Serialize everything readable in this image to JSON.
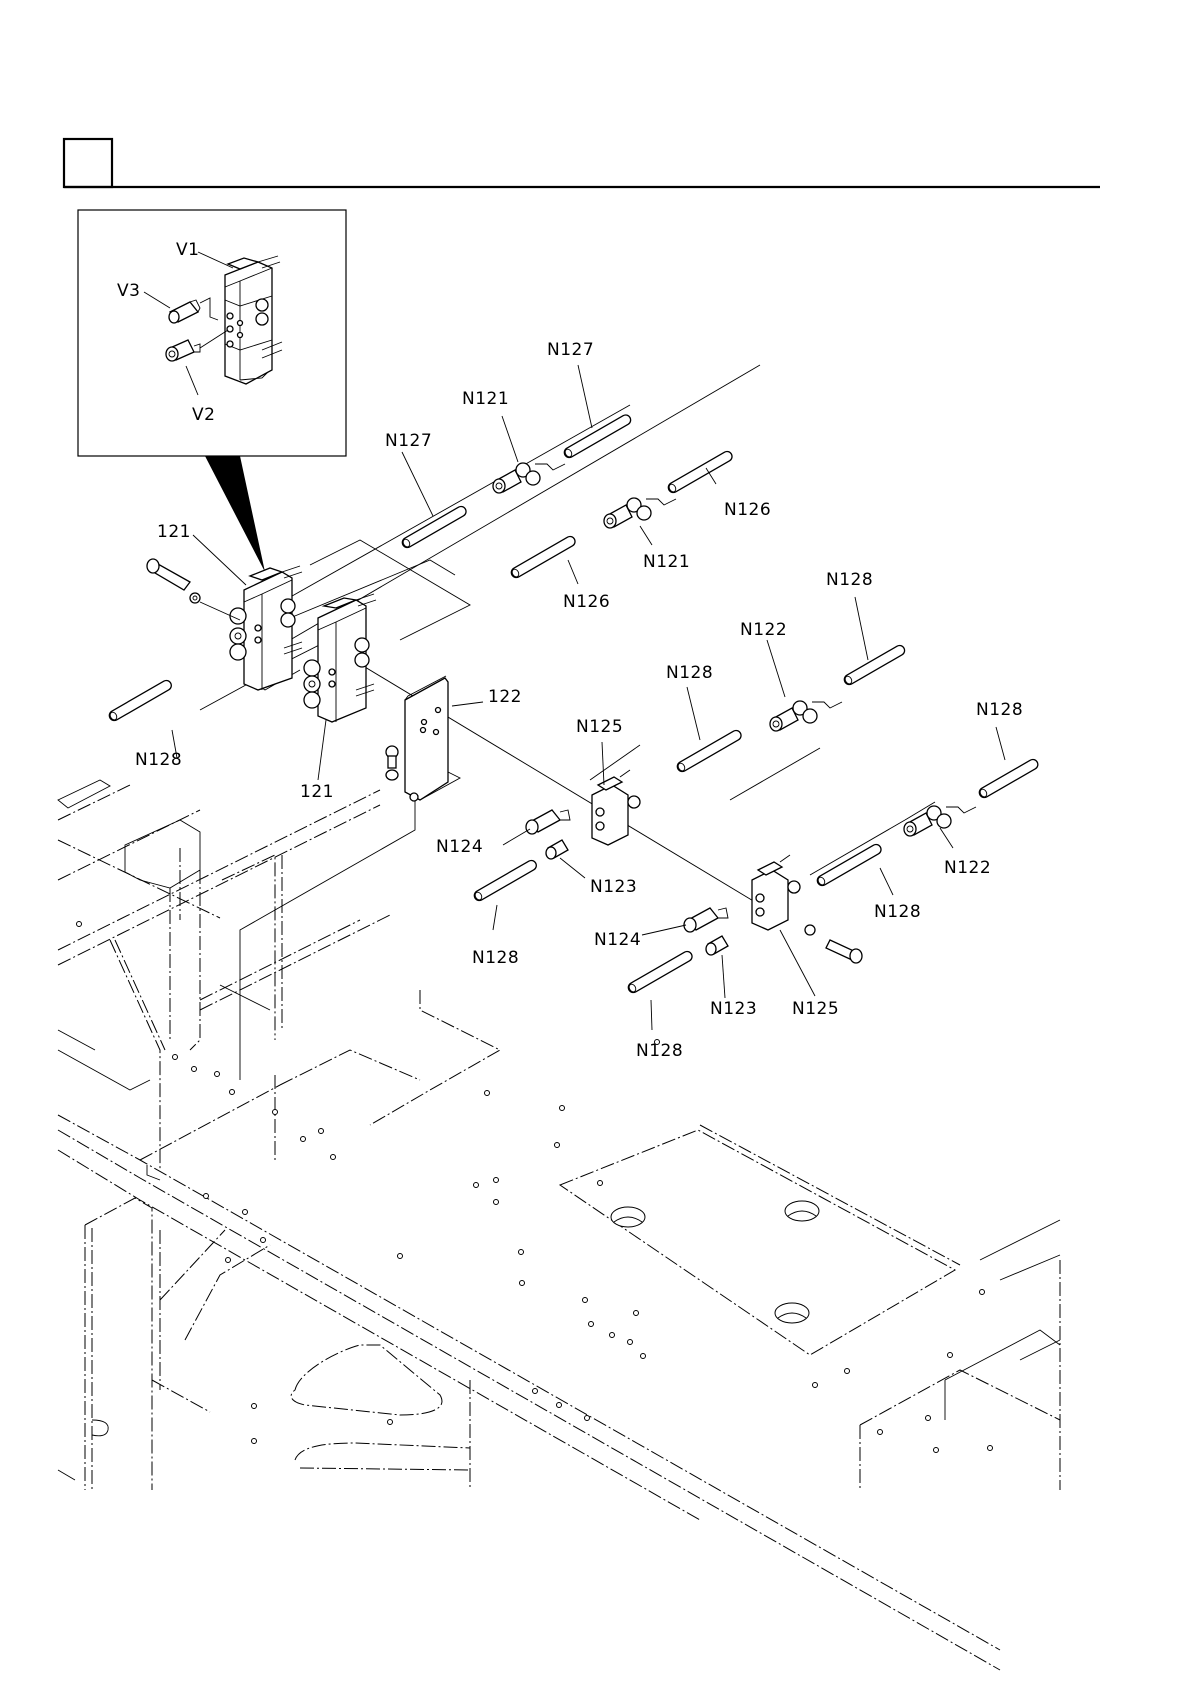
{
  "header": {
    "section_box_text": ""
  },
  "inset": {
    "labels": {
      "v1": "V1",
      "v2": "V2",
      "v3": "V3"
    }
  },
  "labels": {
    "n127_upper": "N127",
    "n127_lower": "N127",
    "n121_upper": "N121",
    "n121_lower": "N121",
    "n126_right": "N126",
    "n126_center": "N126",
    "n128_top_right": "N128",
    "n128_mid": "N128",
    "n128_far_right": "N128",
    "n128_left": "N128",
    "n128_lower_left": "N128",
    "n128_right_lower": "N128",
    "n128_bottom": "N128",
    "n122_upper": "N122",
    "n122_lower": "N122",
    "p121_upper": "121",
    "p121_lower": "121",
    "p122": "122",
    "n125_upper": "N125",
    "n125_lower": "N125",
    "n124_upper": "N124",
    "n124_lower": "N124",
    "n123_upper": "N123",
    "n123_lower": "N123"
  },
  "icons": {
    "inset_pointer": "callout-triangle"
  }
}
